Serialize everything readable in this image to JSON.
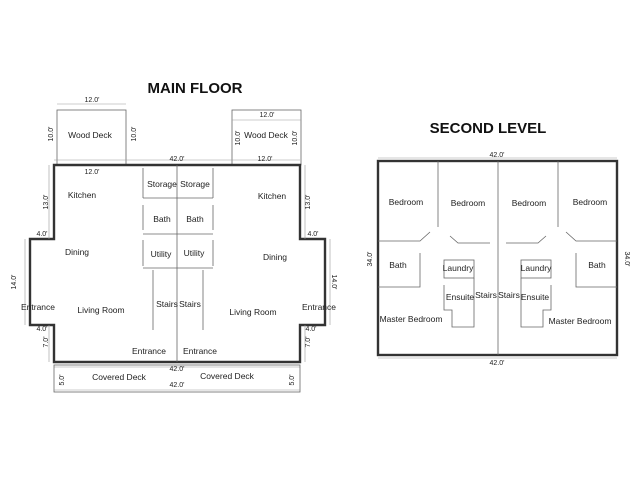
{
  "main_floor": {
    "title": "MAIN FLOOR",
    "rooms": {
      "wood_deck_left": "Wood Deck",
      "wood_deck_right": "Wood Deck",
      "kitchen_left": "Kitchen",
      "kitchen_right": "Kitchen",
      "storage_left": "Storage",
      "storage_right": "Storage",
      "bath_left": "Bath",
      "bath_right": "Bath",
      "utility_left": "Utility",
      "utility_right": "Utility",
      "dining_left": "Dining",
      "dining_right": "Dining",
      "stairs_left": "Stairs",
      "stairs_right": "Stairs",
      "entrance_side_left": "Entrance",
      "entrance_side_right": "Entrance",
      "living_left": "Living Room",
      "living_right": "Living Room",
      "entrance_front_left": "Entrance",
      "entrance_front_right": "Entrance",
      "covered_deck_left": "Covered Deck",
      "covered_deck_right": "Covered Deck"
    },
    "dims": {
      "deck_l_width": "12.0'",
      "deck_l_depth_a": "10.0'",
      "deck_l_depth_b": "10.0'",
      "deck_r_width": "12.0'",
      "deck_r_depth_a": "10.0'",
      "deck_r_depth_b": "10.0'",
      "top_total": "42.0'",
      "top_seg_left": "12.0'",
      "top_seg_right": "12.0'",
      "left_13": "13.0'",
      "right_13": "13.0'",
      "left_4_top": "4.0'",
      "right_4_top": "4.0'",
      "left_14": "14.0'",
      "right_14": "14.0'",
      "left_4_bottom": "4.0'",
      "right_4_bottom": "4.0'",
      "left_7": "7.0'",
      "right_7": "7.0'",
      "bottom_total": "42.0'",
      "covered_left_5": "5.0'",
      "covered_right_5": "5.0'",
      "covered_total": "42.0'"
    }
  },
  "second_level": {
    "title": "SECOND LEVEL",
    "rooms": {
      "bedroom_1": "Bedroom",
      "bedroom_2": "Bedroom",
      "bedroom_3": "Bedroom",
      "bedroom_4": "Bedroom",
      "bath_left": "Bath",
      "bath_right": "Bath",
      "laundry_left": "Laundry",
      "laundry_right": "Laundry",
      "ensuite_left": "Ensuite",
      "ensuite_right": "Ensuite",
      "stairs_left": "Stairs",
      "stairs_right": "Stairs",
      "master_left": "Master Bedroom",
      "master_right": "Master Bedroom"
    },
    "dims": {
      "top_total": "42.0'",
      "left_34": "34.0'",
      "right_34": "34.0'",
      "bottom_total": "42.0'"
    }
  }
}
